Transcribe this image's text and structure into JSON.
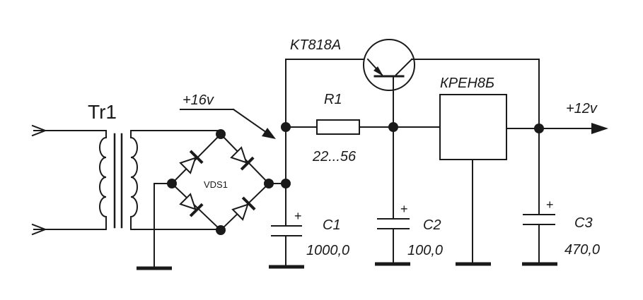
{
  "labels": {
    "transformer": "Tr1",
    "input_voltage": "+16v",
    "bridge": "VDS1",
    "transistor": "KT818A",
    "resistor": "R1",
    "resistor_value": "22...56",
    "regulator": "КРЕН8Б",
    "output_voltage": "+12v",
    "c1_name": "C1",
    "c1_value": "1000,0",
    "c2_name": "C2",
    "c2_value": "100,0",
    "c3_name": "C3",
    "c3_value": "470,0",
    "plus_sign": "+"
  }
}
